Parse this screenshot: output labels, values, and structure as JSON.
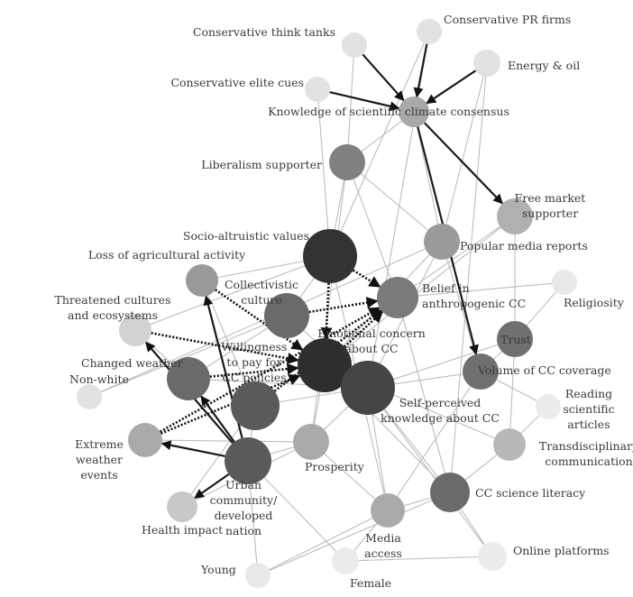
{
  "nodes": [
    {
      "id": 1,
      "label": [
        "Conservative think tanks"
      ],
      "fill": "#e2e2e2"
    },
    {
      "id": 2,
      "label": [
        "Conservative PR firms"
      ],
      "fill": "#e2e2e2"
    },
    {
      "id": 3,
      "label": [
        "Energy & oil"
      ],
      "fill": "#e2e2e2"
    },
    {
      "id": 4,
      "label": [
        "Conservative elite cues"
      ],
      "fill": "#e2e2e2"
    },
    {
      "id": 5,
      "label": [
        "Knowledge of scientific climate consensus"
      ],
      "fill": "#a8a8a8"
    },
    {
      "id": 6,
      "label": [
        "Liberalism supporter"
      ],
      "fill": "#808080"
    },
    {
      "id": 7,
      "label": [
        "Free market",
        "supporter"
      ],
      "fill": "#b0b0b0"
    },
    {
      "id": 8,
      "label": [
        "Socio-altruistic values"
      ],
      "fill": "#333333"
    },
    {
      "id": 9,
      "label": [
        "Popular media reports"
      ],
      "fill": "#9a9a9a"
    },
    {
      "id": 10,
      "label": [
        "Loss of agricultural activity"
      ],
      "fill": "#999999"
    },
    {
      "id": 11,
      "label": [
        "Religiosity"
      ],
      "fill": "#e8e8e8"
    },
    {
      "id": 12,
      "label": [
        "Collectivistic",
        "culture"
      ],
      "fill": "#6a6a6a"
    },
    {
      "id": 13,
      "label": [
        "Belief in",
        "anthropogenic CC"
      ],
      "fill": "#7a7a7a"
    },
    {
      "id": 14,
      "label": [
        "Threatened cultures",
        "and ecosystems"
      ],
      "fill": "#d2d2d2"
    },
    {
      "id": 15,
      "label": [
        "Emotional concern",
        "about CC"
      ],
      "fill": "#2e2e2e"
    },
    {
      "id": 16,
      "label": [
        "Trust"
      ],
      "fill": "#707070"
    },
    {
      "id": 17,
      "label": [
        "Changed weather"
      ],
      "fill": "#6a6a6a"
    },
    {
      "id": 18,
      "label": [
        "Willingness",
        "to pay for",
        "CC policies"
      ],
      "fill": "#5a5a5a"
    },
    {
      "id": 19,
      "label": [
        "Non-white"
      ],
      "fill": "#e2e2e2"
    },
    {
      "id": 20,
      "label": [
        "Volume of CC coverage"
      ],
      "fill": "#707070"
    },
    {
      "id": 21,
      "label": [
        "Self-perceived",
        "knowledge about CC"
      ],
      "fill": "#454545"
    },
    {
      "id": 22,
      "label": [
        "Reading",
        "scientific",
        "articles"
      ],
      "fill": "#ececec"
    },
    {
      "id": 23,
      "label": [
        "Extreme",
        "weather",
        "events"
      ],
      "fill": "#aaaaaa"
    },
    {
      "id": 24,
      "label": [
        "Prosperity"
      ],
      "fill": "#aaaaaa"
    },
    {
      "id": 25,
      "label": [
        "Transdisciplinary",
        "communication"
      ],
      "fill": "#b8b8b8"
    },
    {
      "id": 26,
      "label": [
        "Urban",
        "community/",
        "developed",
        "nation"
      ],
      "fill": "#5a5a5a"
    },
    {
      "id": 27,
      "label": [
        "CC science literacy"
      ],
      "fill": "#6a6a6a"
    },
    {
      "id": 28,
      "label": [
        "Health impact"
      ],
      "fill": "#c8c8c8"
    },
    {
      "id": 29,
      "label": [
        "Media",
        "access"
      ],
      "fill": "#aaaaaa"
    },
    {
      "id": 30,
      "label": [
        "Online platforms"
      ],
      "fill": "#ececec"
    },
    {
      "id": 31,
      "label": [
        "Young"
      ],
      "fill": "#e8e8e8"
    },
    {
      "id": 32,
      "label": [
        "Female"
      ],
      "fill": "#ececec"
    }
  ],
  "edges": {
    "strong": [
      [
        1,
        5
      ],
      [
        2,
        5
      ],
      [
        3,
        5
      ],
      [
        4,
        5
      ],
      [
        5,
        7
      ],
      [
        5,
        20
      ],
      [
        26,
        10
      ],
      [
        26,
        14
      ],
      [
        26,
        17
      ],
      [
        26,
        23
      ],
      [
        26,
        28
      ]
    ],
    "dotted": [
      [
        8,
        15
      ],
      [
        8,
        13
      ],
      [
        14,
        15
      ],
      [
        10,
        15
      ],
      [
        12,
        13
      ],
      [
        18,
        13
      ],
      [
        23,
        13
      ],
      [
        17,
        15
      ],
      [
        23,
        15
      ],
      [
        15,
        13
      ]
    ],
    "weak": [
      [
        2,
        21
      ],
      [
        2,
        8
      ],
      [
        1,
        6
      ],
      [
        4,
        8
      ],
      [
        5,
        6
      ],
      [
        5,
        9
      ],
      [
        3,
        9
      ],
      [
        3,
        27
      ],
      [
        6,
        8
      ],
      [
        6,
        13
      ],
      [
        6,
        9
      ],
      [
        7,
        13
      ],
      [
        7,
        16
      ],
      [
        7,
        15
      ],
      [
        9,
        15
      ],
      [
        9,
        21
      ],
      [
        9,
        20
      ],
      [
        10,
        8
      ],
      [
        10,
        18
      ],
      [
        11,
        16
      ],
      [
        11,
        13
      ],
      [
        12,
        8
      ],
      [
        12,
        17
      ],
      [
        14,
        17
      ],
      [
        14,
        8
      ],
      [
        16,
        20
      ],
      [
        16,
        21
      ],
      [
        16,
        25
      ],
      [
        19,
        9
      ],
      [
        20,
        22
      ],
      [
        20,
        29
      ],
      [
        20,
        21
      ],
      [
        21,
        27
      ],
      [
        21,
        29
      ],
      [
        21,
        24
      ],
      [
        22,
        25
      ],
      [
        24,
        26
      ],
      [
        24,
        15
      ],
      [
        25,
        27
      ],
      [
        25,
        15
      ],
      [
        27,
        30
      ],
      [
        27,
        29
      ],
      [
        29,
        32
      ],
      [
        29,
        31
      ],
      [
        30,
        32
      ],
      [
        31,
        26
      ],
      [
        31,
        27
      ],
      [
        32,
        26
      ],
      [
        28,
        18
      ],
      [
        28,
        24
      ],
      [
        23,
        24
      ],
      [
        17,
        21
      ],
      [
        18,
        21
      ],
      [
        6,
        24
      ],
      [
        8,
        29
      ],
      [
        13,
        27
      ],
      [
        15,
        27
      ],
      [
        12,
        21
      ],
      [
        19,
        12
      ],
      [
        18,
        26
      ],
      [
        21,
        30
      ],
      [
        24,
        29
      ]
    ]
  }
}
